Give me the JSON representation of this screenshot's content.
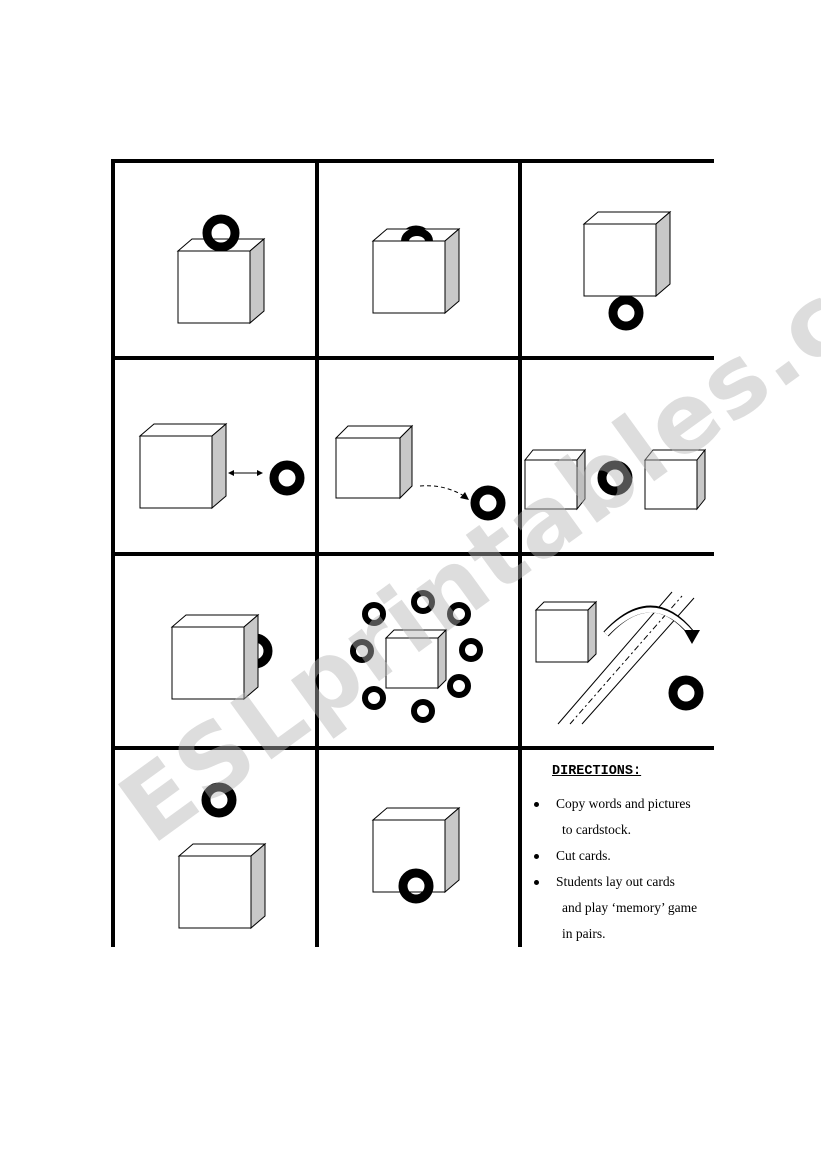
{
  "watermark": "ESLprintables.com",
  "cards": [
    {
      "icon": "ring-on-cube-icon"
    },
    {
      "icon": "ring-in-cube-icon"
    },
    {
      "icon": "ring-under-cube-icon"
    },
    {
      "icon": "ring-next-to-cube-icon"
    },
    {
      "icon": "ring-away-from-cube-icon"
    },
    {
      "icon": "ring-between-cubes-icon"
    },
    {
      "icon": "ring-behind-cube-icon"
    },
    {
      "icon": "rings-around-cube-icon"
    },
    {
      "icon": "ring-over-road-icon"
    },
    {
      "icon": "ring-above-cube-icon"
    },
    {
      "icon": "ring-in-front-of-cube-icon"
    }
  ],
  "directions": {
    "title": "DIRECTIONS:",
    "items": [
      {
        "line1": "Copy  words and pictures",
        "line2": "to cardstock."
      },
      {
        "line1": "Cut cards.",
        "line2": ""
      },
      {
        "line1": "Students lay out cards",
        "line2": "and play ‘memory’ game",
        "line3": "in pairs."
      }
    ]
  }
}
